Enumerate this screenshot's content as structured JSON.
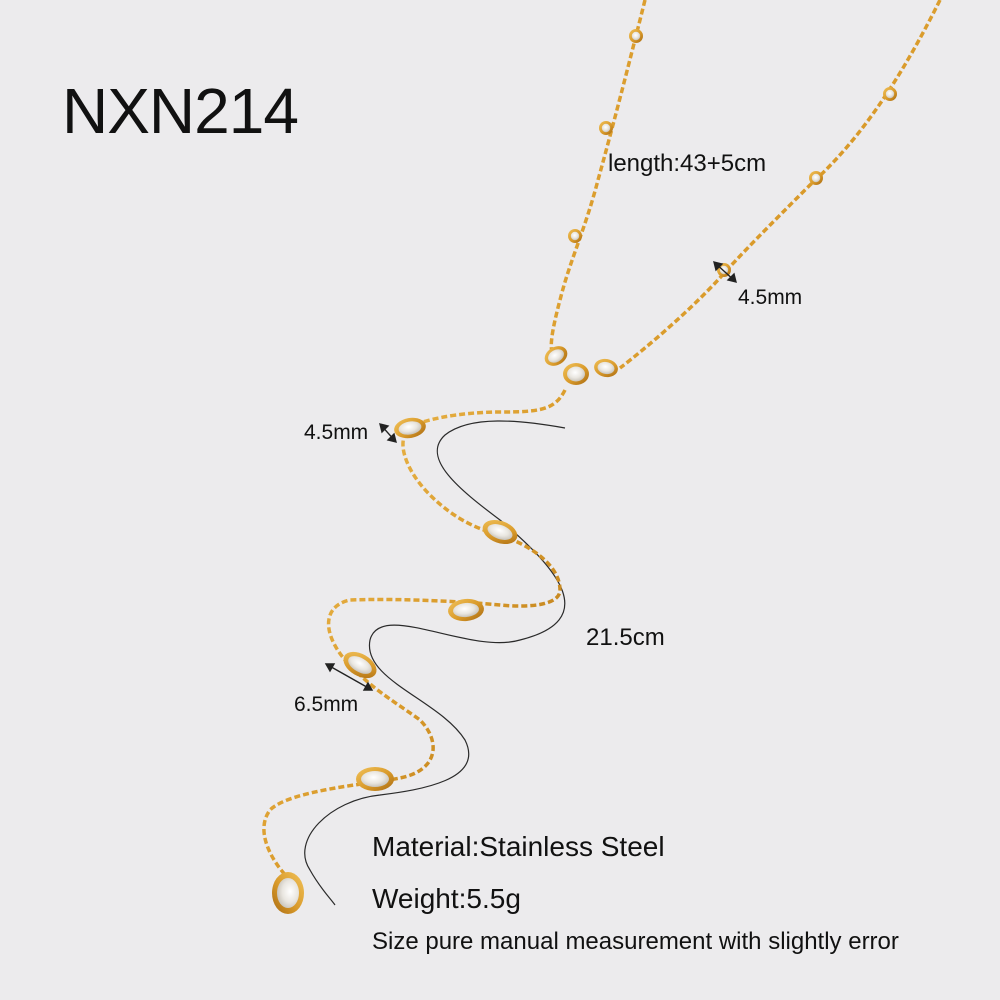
{
  "product_code": "NXN214",
  "dimensions": {
    "chain_length": "length:43+5cm",
    "clasp_stone_width": "4.5mm",
    "pendant_stone_width": "4.5mm",
    "drop_length": "21.5cm",
    "teardrop_width": "6.5mm"
  },
  "specs": {
    "material": "Material:Stainless Steel",
    "weight": "Weight:5.5g",
    "note": "Size pure manual measurement with slightly error"
  },
  "colors": {
    "background": "#ecebed",
    "gold": "#d99a2a",
    "gold_dark": "#a86a12",
    "stone": "#f4f2ee",
    "text": "#111111"
  }
}
